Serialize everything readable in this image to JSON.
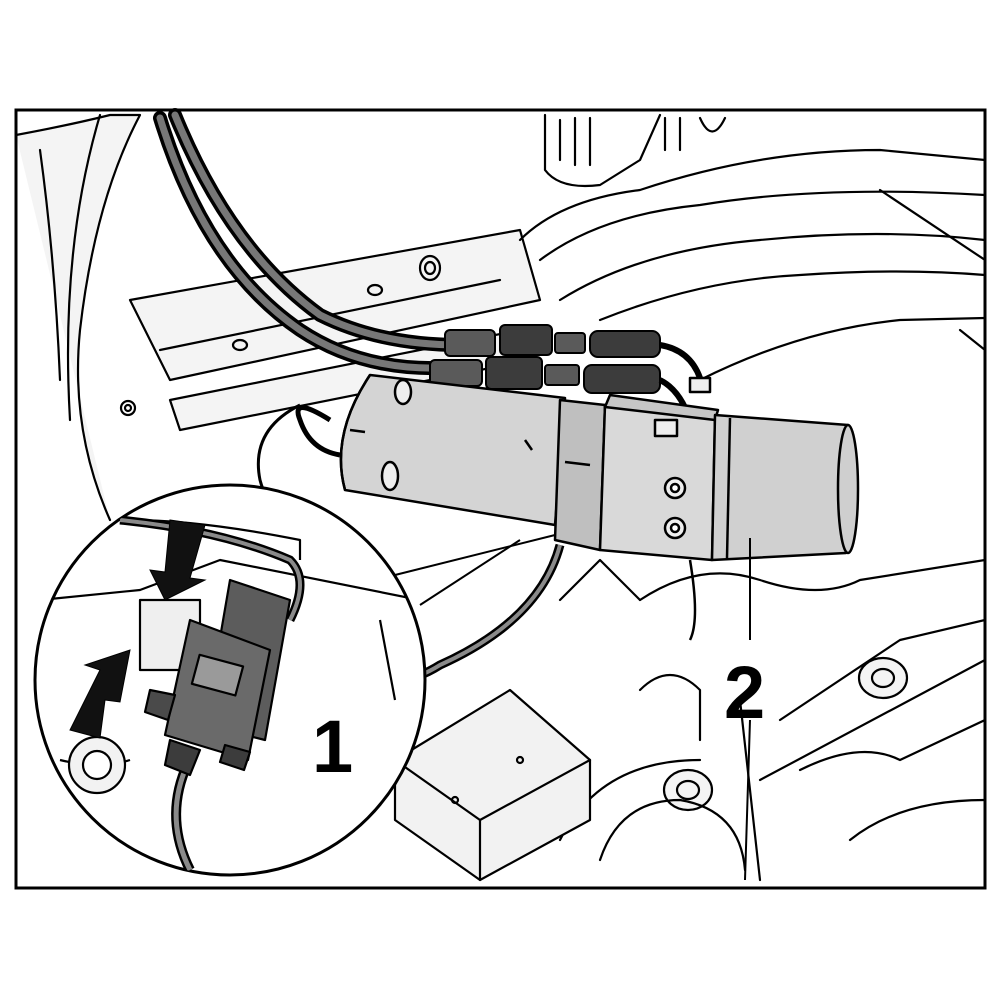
{
  "callouts": [
    {
      "id": 1,
      "label": "1",
      "refers_to": "electrical-connector"
    },
    {
      "id": 2,
      "label": "2",
      "refers_to": "hydraulic-pump-unit"
    }
  ],
  "colors": {
    "line": "#000000",
    "fill_light": "#f2f2f2",
    "fill_mid": "#d9d9d9",
    "fill_dark": "#5a5a5a",
    "background": "#ffffff"
  }
}
